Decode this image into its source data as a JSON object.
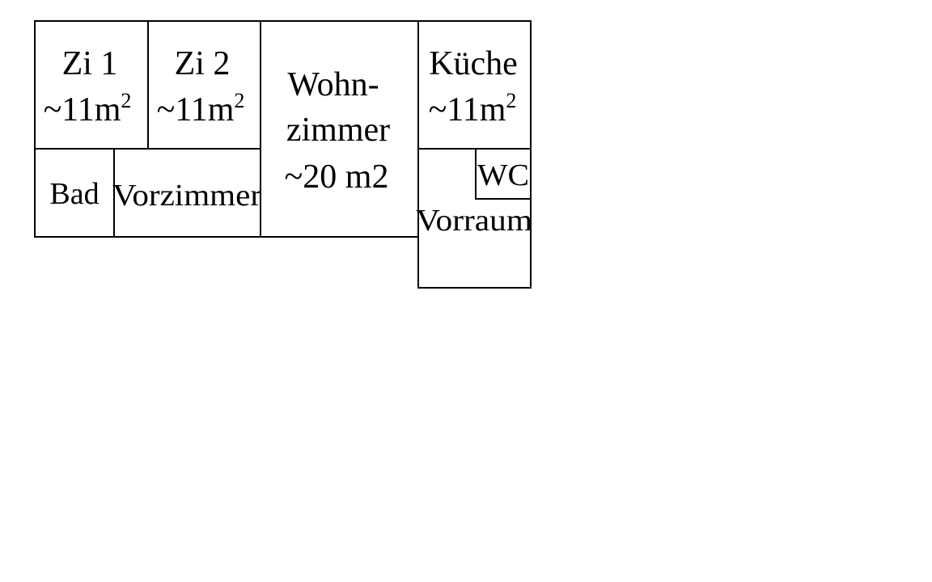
{
  "floor_plan": {
    "line_color": "#000000",
    "background": "#ffffff",
    "rooms": {
      "zi1": {
        "name": "Zi 1",
        "area_prefix": "~11m",
        "area_sup": "2"
      },
      "zi2": {
        "name": "Zi 2",
        "area_prefix": "~11m",
        "area_sup": "2"
      },
      "wohnzimmer": {
        "name_line1": "Wohn-",
        "name_line2": "zimmer",
        "area": "~20 m2"
      },
      "kueche": {
        "name": "Küche",
        "area_prefix": "~11m",
        "area_sup": "2"
      },
      "bad": {
        "name": "Bad"
      },
      "vorzimmer": {
        "name": "Vorzimmer"
      },
      "wc": {
        "name": "WC"
      },
      "vorraum": {
        "name": "Vorraum"
      }
    }
  }
}
